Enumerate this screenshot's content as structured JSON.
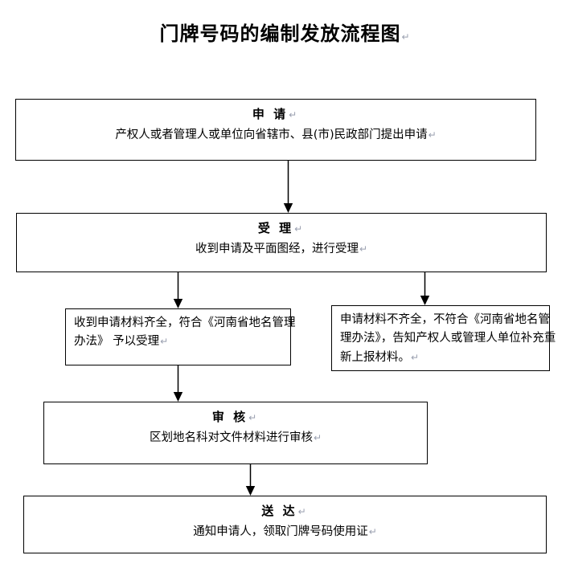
{
  "title": {
    "text": "门牌号码的编制发放流程图",
    "mark": "↵"
  },
  "colors": {
    "background": "#ffffff",
    "line": "#000000",
    "text": "#000000",
    "pilcrow": "#9aa0b0"
  },
  "nodes": {
    "apply": {
      "heading": "申 请",
      "heading_mark": "↵",
      "body": "产权人或者管理人或单位向省辖市、县(市)民政部门提出申请",
      "body_mark": "↵"
    },
    "accept": {
      "heading": "受 理",
      "heading_mark": "↵",
      "body": "收到申请及平面图经，进行受理",
      "body_mark": "↵"
    },
    "branch_complete": {
      "body": "收到申请材料齐全，符合《河南省地名管理办法》 予以受理",
      "body_mark": "↵"
    },
    "branch_incomplete": {
      "body": "申请材料不齐全，不符合《河南省地名管理办法》，告知产权人或管理人单位补充重新上报材料。",
      "body_mark": "↵"
    },
    "review": {
      "heading": "审 核",
      "heading_mark": "↵",
      "body": "区划地名科对文件材料进行审核",
      "body_mark": "↵"
    },
    "deliver": {
      "heading": "送 达",
      "heading_mark": "↵",
      "body": "通知申请人，领取门牌号码使用证",
      "body_mark": "↵"
    }
  },
  "connectors": [
    {
      "name": "apply-to-accept",
      "from": "apply",
      "to": "accept"
    },
    {
      "name": "accept-to-branch-complete",
      "from": "accept",
      "to": "branch_complete"
    },
    {
      "name": "accept-to-branch-incomplete",
      "from": "accept",
      "to": "branch_incomplete"
    },
    {
      "name": "branch-complete-to-review",
      "from": "branch_complete",
      "to": "review"
    },
    {
      "name": "review-to-deliver",
      "from": "review",
      "to": "deliver"
    }
  ]
}
